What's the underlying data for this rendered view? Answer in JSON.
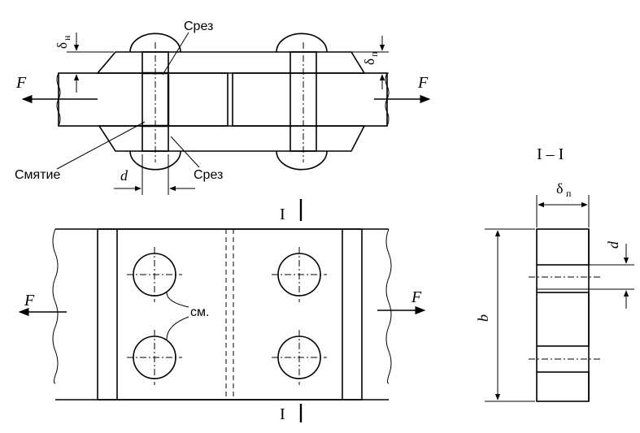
{
  "labels": {
    "force_left_top": "F",
    "force_right_top": "F",
    "force_left_bottom": "F",
    "force_right_bottom": "F",
    "shear_top": "Срез",
    "shear_bottom": "Срез",
    "bearing": "Смятие",
    "diameter_top": "d",
    "delta_n": "δ",
    "delta_n_sub": "н",
    "delta_p_top": "δ",
    "delta_p_top_sub": "п",
    "section_title": "I – I",
    "section_mark_top": "I",
    "section_mark_bottom": "I",
    "see_note": "см.",
    "delta_p_section": "δ",
    "delta_p_section_sub": "п",
    "diameter_section": "d",
    "width_b": "b"
  }
}
